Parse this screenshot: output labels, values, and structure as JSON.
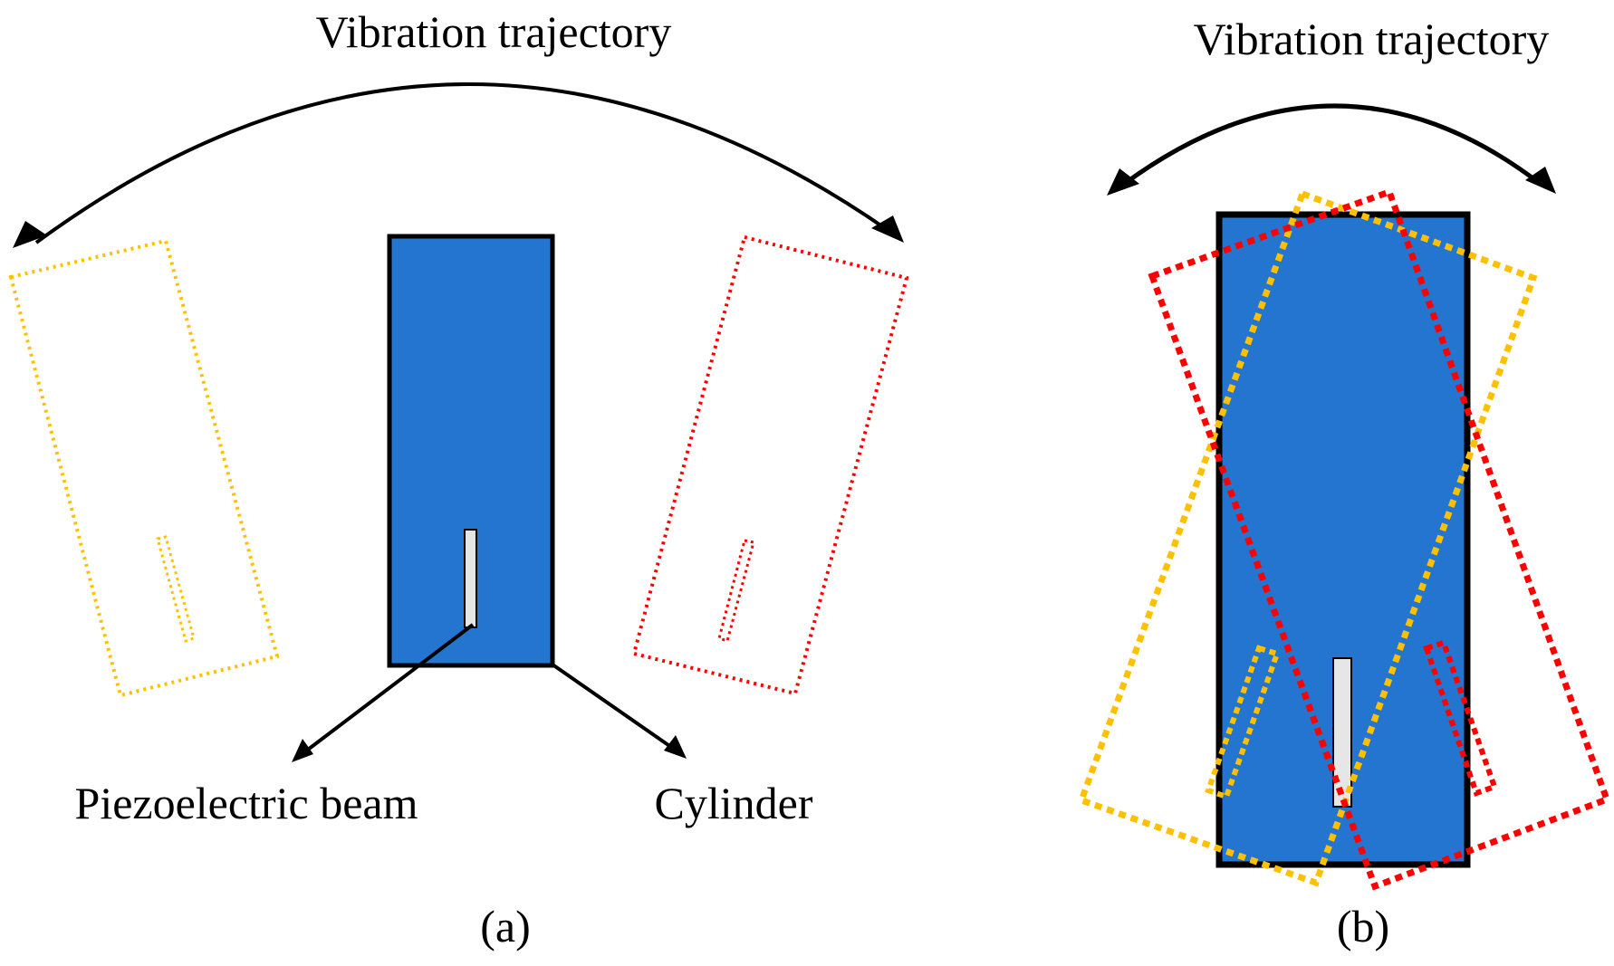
{
  "panel_a": {
    "trajectory_label": "Vibration trajectory",
    "beam_label": "Piezoelectric beam",
    "cylinder_label": "Cylinder",
    "caption": "(a)"
  },
  "panel_b": {
    "trajectory_label": "Vibration trajectory",
    "caption": "(b)"
  },
  "colors": {
    "cylinder_fill": "#2375cf",
    "outline": "#000000",
    "beam_fill": "#e6e6e6",
    "left_swing": "#ffc000",
    "right_swing": "#ff0000"
  }
}
